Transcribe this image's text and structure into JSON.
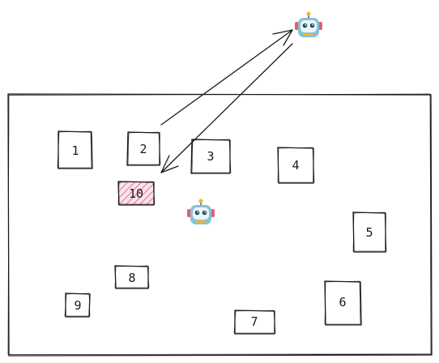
{
  "boxes": [
    {
      "id": "1",
      "label": "1",
      "highlighted": false
    },
    {
      "id": "2",
      "label": "2",
      "highlighted": false
    },
    {
      "id": "3",
      "label": "3",
      "highlighted": false
    },
    {
      "id": "4",
      "label": "4",
      "highlighted": false
    },
    {
      "id": "5",
      "label": "5",
      "highlighted": false
    },
    {
      "id": "6",
      "label": "6",
      "highlighted": false
    },
    {
      "id": "7",
      "label": "7",
      "highlighted": false
    },
    {
      "id": "8",
      "label": "8",
      "highlighted": false
    },
    {
      "id": "9",
      "label": "9",
      "highlighted": false
    },
    {
      "id": "10",
      "label": "10",
      "highlighted": true
    }
  ],
  "robots": [
    {
      "id": "outside",
      "icon": "robot-icon"
    },
    {
      "id": "inside",
      "icon": "robot-icon"
    }
  ],
  "arrows": [
    {
      "id": "to-robot",
      "from": "2",
      "to": "robot-outside"
    },
    {
      "id": "from-robot",
      "from": "robot-outside",
      "to": "10"
    }
  ],
  "colors": {
    "stroke": "#1a1a1a",
    "highlight_fill": "#fbe3ea",
    "highlight_hatch": "#e0718f",
    "robot_body": "#88c1d4",
    "robot_face": "#e9f6fb",
    "robot_eye": "#2c4a57",
    "robot_accent": "#f0b441",
    "robot_ear": "#e05f73"
  }
}
